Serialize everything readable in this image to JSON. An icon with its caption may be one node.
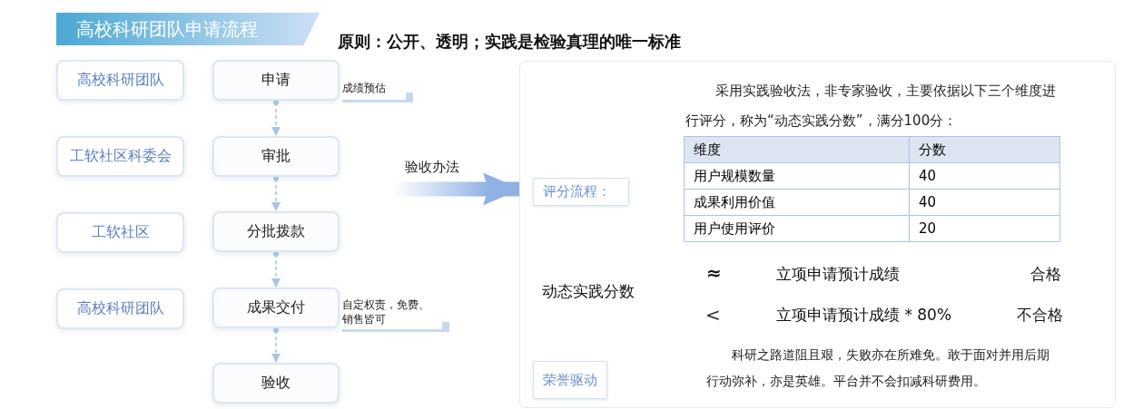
{
  "diagram": {
    "title": "高校科研团队申请流程",
    "nodes": [
      {
        "text": [
          "高校科研团队"
        ]
      },
      {
        "text": [
          "申请"
        ],
        "beside": [
          "成绩预估"
        ]
      },
      {
        "text": [
          "工软社区科委会"
        ]
      },
      {
        "text": [
          "审批"
        ]
      },
      {
        "text": [
          "工软社区"
        ]
      },
      {
        "text": [
          "分批拨款"
        ]
      },
      {
        "text": [
          "高校科研团队"
        ]
      },
      {
        "text": [
          "成果交付"
        ],
        "beside": [
          "自定权责，免费、销售皆可"
        ]
      },
      {
        "text": [
          "验收"
        ]
      },
      {
        "text": [],
        "shape": "box"
      },
      {
        "text": [
          "评分流程："
        ],
        "in": 9
      },
      {
        "text": [
          "荣誉驱动"
        ],
        "in": 9
      }
    ],
    "edges": [
      {
        "from": 1,
        "to": 3,
        "arrow": "to",
        "style": "dashed"
      },
      {
        "from": 3,
        "to": 5,
        "arrow": "to",
        "style": "dashed"
      },
      {
        "from": 5,
        "to": 7,
        "arrow": "to",
        "style": "dashed"
      },
      {
        "from": 7,
        "to": 8,
        "arrow": "to",
        "style": "dashed"
      },
      {
        "from": null,
        "to": 9,
        "arrow": "to",
        "label": "验收办法"
      }
    ],
    "labels": [
      "原则：公开、透明；实践是检验真理的唯一标准",
      "采用实践验收法，非专家验收，主要依据以下三个维度进行评分，称为“动态实践分数”，满分100分：",
      "维度",
      "分数",
      "用户规模数量",
      "40",
      "成果利用价值",
      "40",
      "用户使用评价",
      "20",
      "动态实践分数",
      "≈",
      "立项申请预计成绩",
      "合格",
      "<",
      "立项申请预计成绩 * 80%",
      "不合格",
      "科研之路道阻且艰，失败亦在所难免。敢于面对并用后期行动弥补，亦是英雄。平台并不会扣减科研费用。"
    ]
  }
}
